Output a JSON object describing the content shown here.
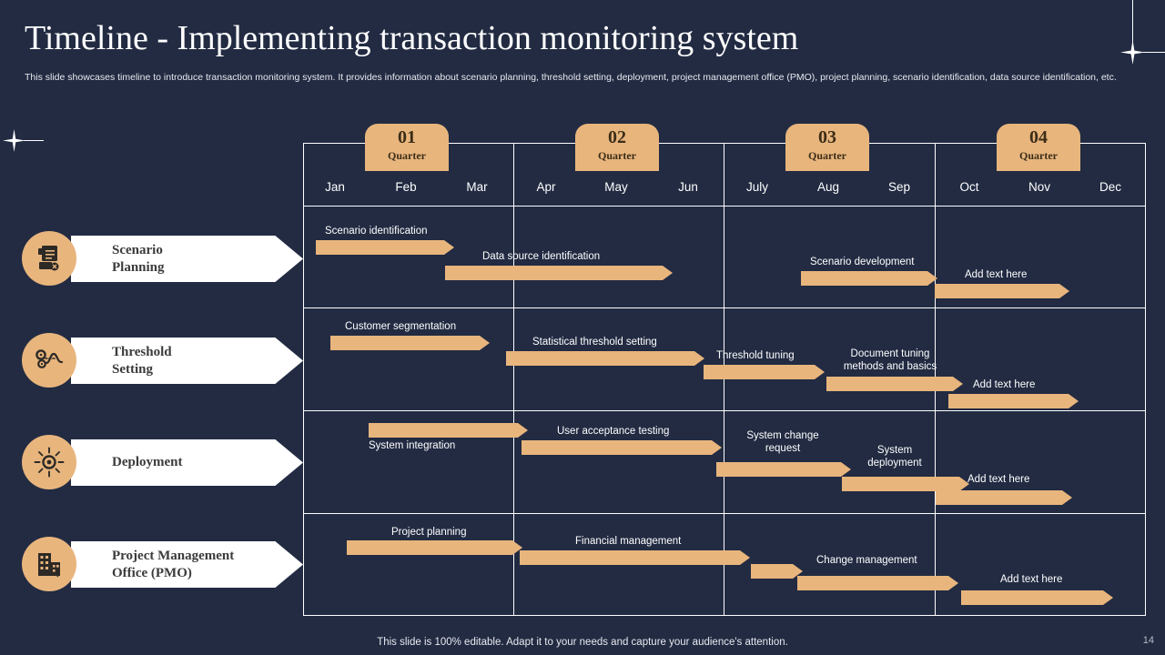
{
  "header": {
    "title": "Timeline - Implementing transaction monitoring system",
    "subtitle": "This slide showcases timeline to introduce transaction monitoring system. It provides information about scenario planning, threshold setting, deployment, project management office (PMO),  project planning, scenario identification, data source identification, etc."
  },
  "colors": {
    "background": "#222b42",
    "accent": "#e8b57d",
    "grid": "#ffffff",
    "label_text": "#3b3b3b"
  },
  "quarters": [
    {
      "num": "01",
      "label": "Quarter"
    },
    {
      "num": "02",
      "label": "Quarter"
    },
    {
      "num": "03",
      "label": "Quarter"
    },
    {
      "num": "04",
      "label": "Quarter"
    }
  ],
  "months": [
    "Jan",
    "Feb",
    "Mar",
    "Apr",
    "May",
    "Jun",
    "July",
    "Aug",
    "Sep",
    "Oct",
    "Nov",
    "Dec"
  ],
  "rows": [
    {
      "label": "Scenario\nPlanning",
      "icon": "document-scan-icon"
    },
    {
      "label": "Threshold\nSetting",
      "icon": "gears-curve-icon"
    },
    {
      "label": "Deployment",
      "icon": "gear-burst-icon"
    },
    {
      "label": "Project Management\nOffice (PMO)",
      "icon": "building-icon"
    }
  ],
  "chart_data": {
    "type": "bar",
    "title": "Timeline - Implementing transaction monitoring system",
    "xlabel": "",
    "ylabel": "",
    "categories": [
      "Scenario Planning",
      "Threshold Setting",
      "Deployment",
      "Project Management Office (PMO)"
    ],
    "x_axis": {
      "groups": [
        "01 Quarter",
        "02 Quarter",
        "03 Quarter",
        "04 Quarter"
      ],
      "ticks": [
        "Jan",
        "Feb",
        "Mar",
        "Apr",
        "May",
        "Jun",
        "July",
        "Aug",
        "Sep",
        "Oct",
        "Nov",
        "Dec"
      ],
      "unit": "month",
      "range": [
        1,
        12
      ]
    },
    "grid": true,
    "legend": "none",
    "series": [
      {
        "name": "Scenario Planning",
        "tasks": [
          {
            "label": "Scenario identification",
            "start_month": 1.1,
            "end_month": 3.1,
            "label_pos": "above"
          },
          {
            "label": "Data source identification",
            "start_month": 3.1,
            "end_month": 6.3,
            "label_pos": "above"
          },
          {
            "label": "Scenario development",
            "start_month": 8.1,
            "end_month": 10.2,
            "label_pos": "above"
          },
          {
            "label": "Add text here",
            "start_month": 10.0,
            "end_month": 12.0,
            "label_pos": "above"
          }
        ]
      },
      {
        "name": "Threshold Setting",
        "tasks": [
          {
            "label": "Customer segmentation",
            "start_month": 1.4,
            "end_month": 3.5,
            "label_pos": "above"
          },
          {
            "label": "Statistical threshold setting",
            "start_month": 3.4,
            "end_month": 6.2,
            "label_pos": "above"
          },
          {
            "label": "Threshold tuning",
            "start_month": 6.1,
            "end_month": 8.1,
            "label_pos": "above"
          },
          {
            "label": "Document tuning methods and basics",
            "start_month": 7.8,
            "end_month": 10.0,
            "label_pos": "above"
          },
          {
            "label": "Add text here",
            "start_month": 9.9,
            "end_month": 12.2,
            "label_pos": "above"
          }
        ]
      },
      {
        "name": "Deployment",
        "tasks": [
          {
            "label": "System integration",
            "start_month": 1.3,
            "end_month": 3.4,
            "label_pos": "below"
          },
          {
            "label": "User acceptance testing",
            "start_month": 3.4,
            "end_month": 6.3,
            "label_pos": "above"
          },
          {
            "label": "System change request",
            "start_month": 6.1,
            "end_month": 8.1,
            "label_pos": "above"
          },
          {
            "label": "System deployment",
            "start_month": 8.1,
            "end_month": 10.0,
            "label_pos": "above"
          },
          {
            "label": "Add text here",
            "start_month": 9.9,
            "end_month": 12.0,
            "label_pos": "above"
          }
        ]
      },
      {
        "name": "Project Management Office (PMO)",
        "tasks": [
          {
            "label": "Project planning",
            "start_month": 1.0,
            "end_month": 3.3,
            "label_pos": "above"
          },
          {
            "label": "Financial management",
            "start_month": 3.2,
            "end_month": 6.6,
            "label_pos": "above"
          },
          {
            "label": "",
            "start_month": 6.4,
            "end_month": 7.2,
            "label_pos": "none"
          },
          {
            "label": "Change management",
            "start_month": 7.2,
            "end_month": 10.1,
            "label_pos": "above"
          },
          {
            "label": "Add text here",
            "start_month": 10.2,
            "end_month": 12.5,
            "label_pos": "above"
          }
        ]
      }
    ]
  },
  "footer": {
    "note": "This slide is 100% editable. Adapt it to your needs and capture your audience's attention.",
    "page_number": "14"
  }
}
